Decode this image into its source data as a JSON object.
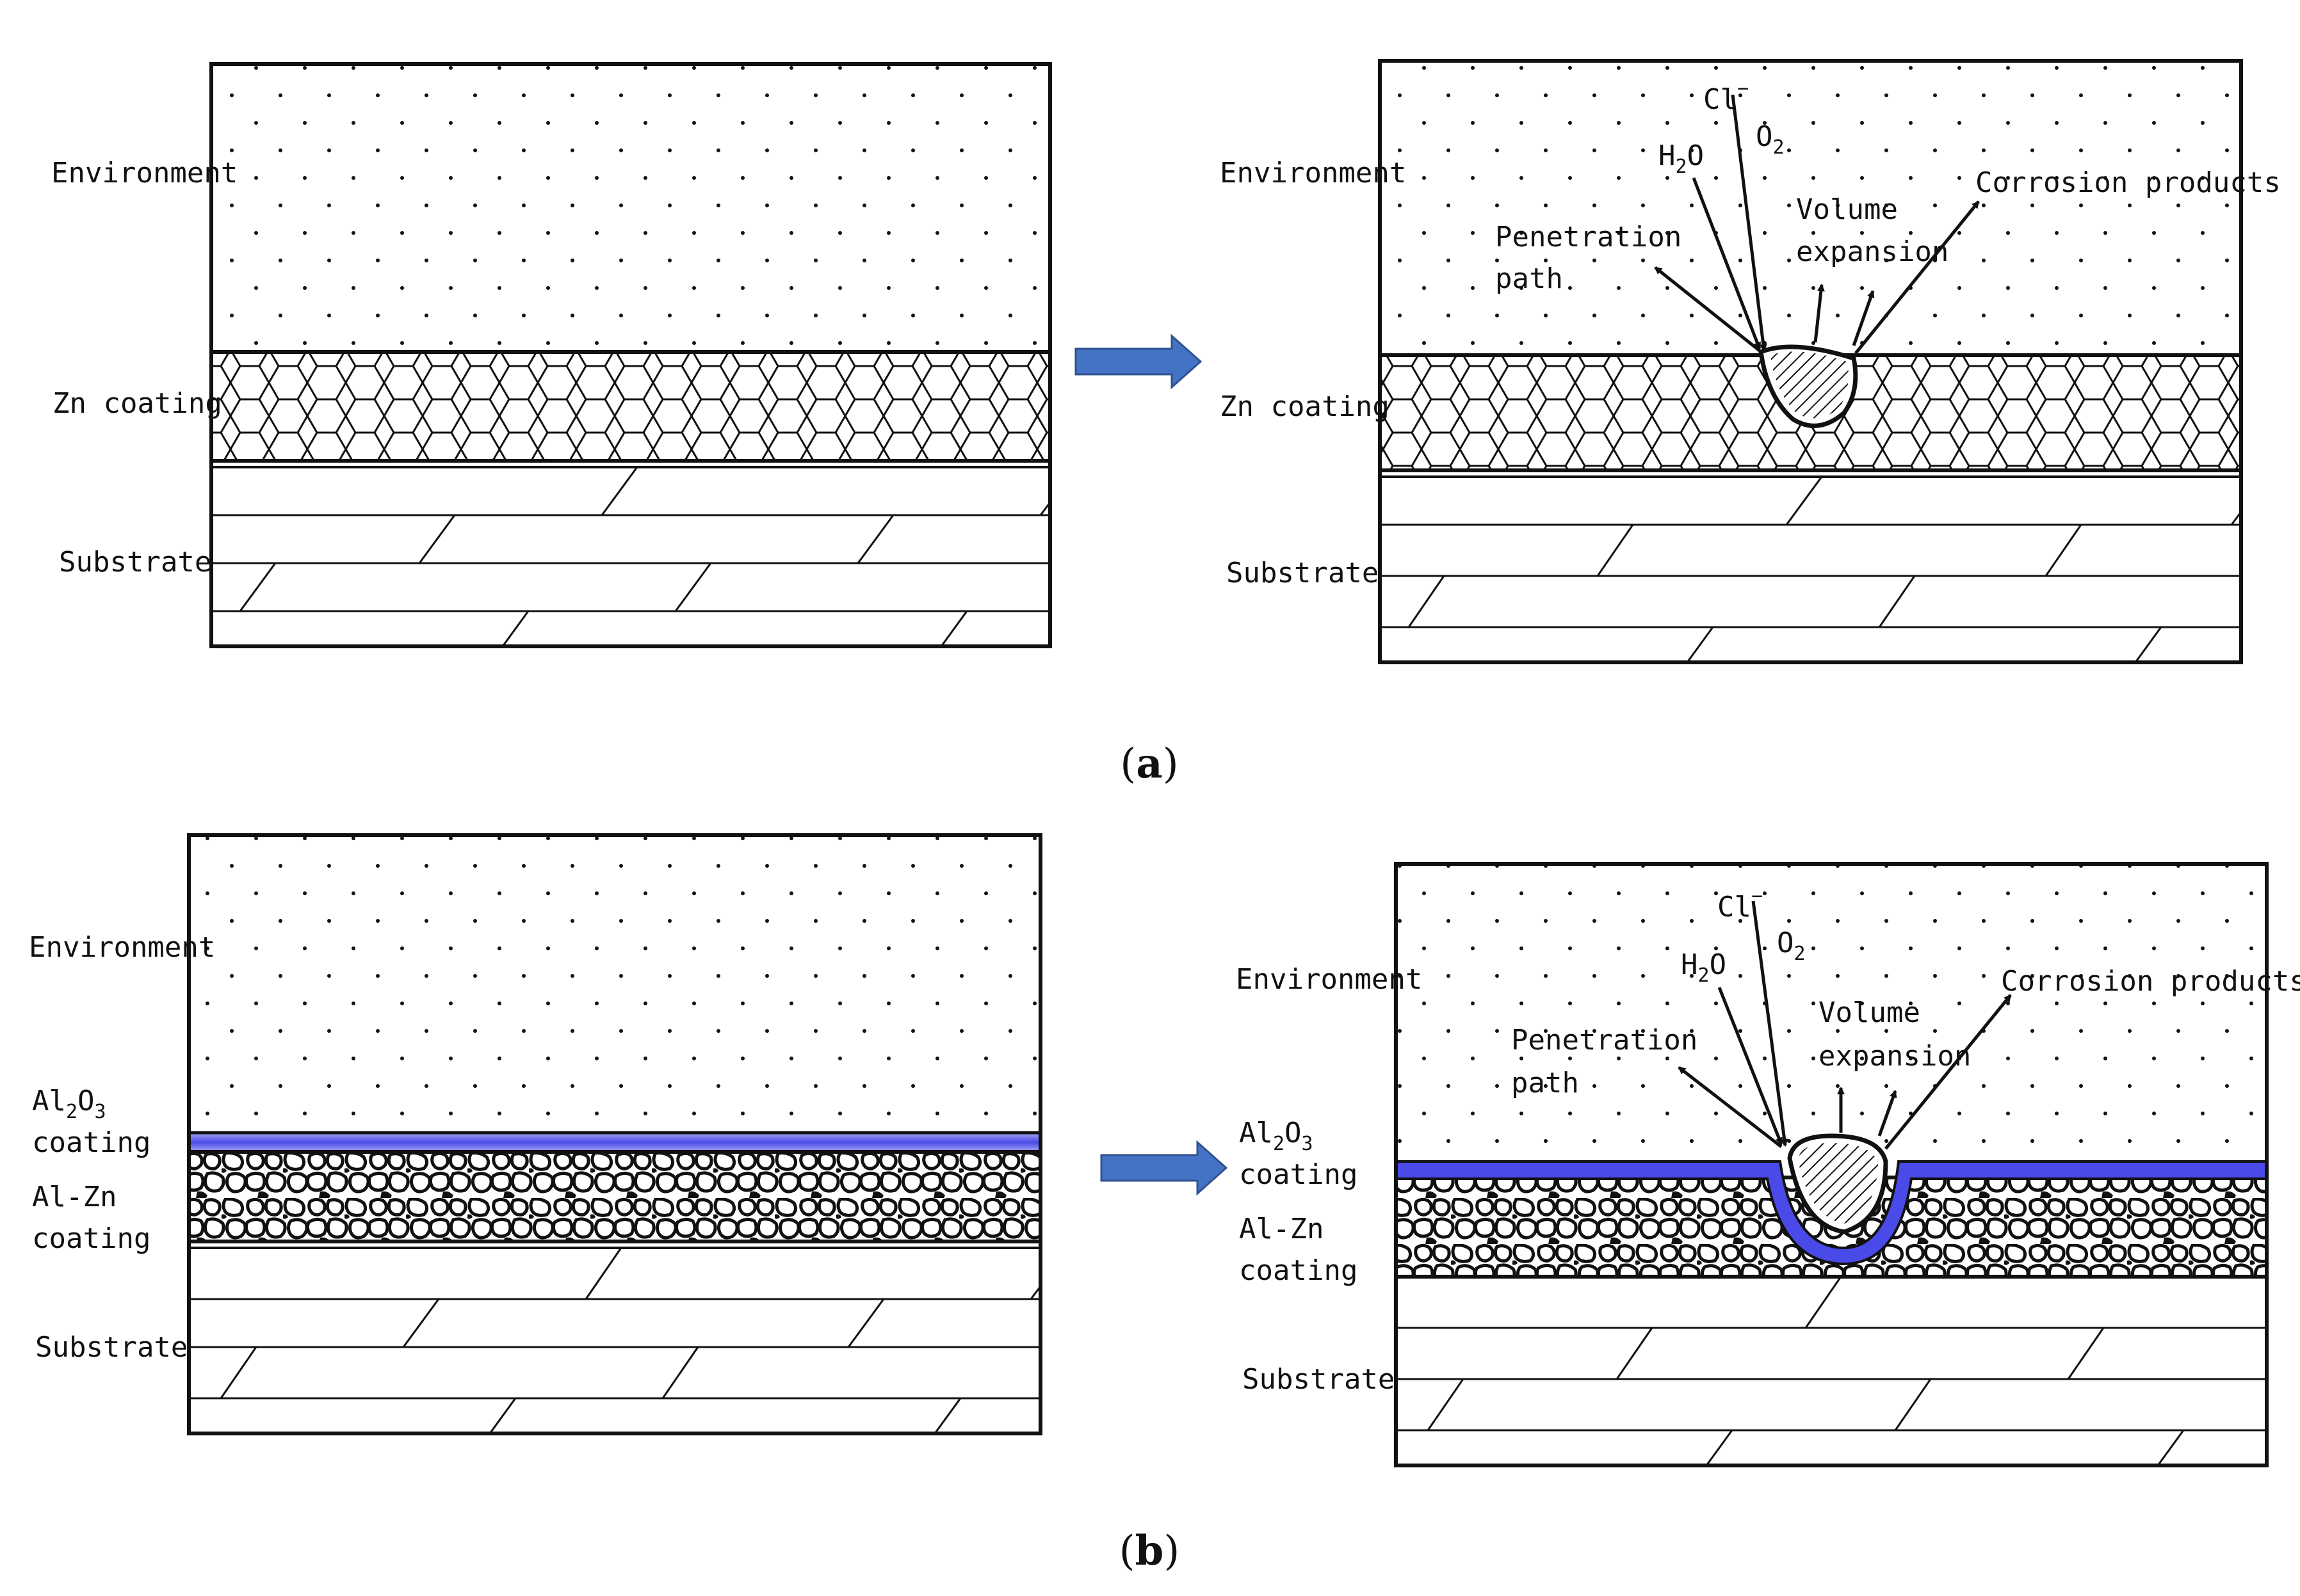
{
  "panel_a": {
    "before": {
      "environment": "Environment",
      "coating": "Zn coating",
      "substrate": "Substrate"
    },
    "after": {
      "environment": "Environment",
      "coating": "Zn coating",
      "substrate": "Substrate",
      "cl": "Cl",
      "cl_sup": "−",
      "h2o_h": "H",
      "h2o_sub": "2",
      "h2o_o": "O",
      "o2_o": "O",
      "o2_sub": "2",
      "penetration_1": "Penetration",
      "penetration_2": "path",
      "volume_1": "Volume",
      "volume_2": "expansion",
      "corrosion": "Corrosion products"
    },
    "caption_open": "(",
    "caption_letter": "a",
    "caption_close": ")"
  },
  "panel_b": {
    "before": {
      "environment": "Environment",
      "al2o3_al": "Al",
      "al2o3_sub1": "2",
      "al2o3_o": "O",
      "al2o3_sub2": "3",
      "al2o3_coating": "coating",
      "alzn_1": "Al-Zn",
      "alzn_2": "coating",
      "substrate": "Substrate"
    },
    "after": {
      "environment": "Environment",
      "al2o3_al": "Al",
      "al2o3_sub1": "2",
      "al2o3_o": "O",
      "al2o3_sub2": "3",
      "al2o3_coating": "coating",
      "alzn_1": "Al-Zn",
      "alzn_2": "coating",
      "substrate": "Substrate",
      "cl": "Cl",
      "cl_sup": "−",
      "h2o_h": "H",
      "h2o_sub": "2",
      "h2o_o": "O",
      "o2_o": "O",
      "o2_sub": "2",
      "penetration_1": "Penetration",
      "penetration_2": "path",
      "volume_1": "Volume",
      "volume_2": "expansion",
      "corrosion": "Corrosion products"
    },
    "caption_open": "(",
    "caption_letter": "b",
    "caption_close": ")"
  },
  "colors": {
    "arrow": "#4472C4",
    "arrow_edge": "#2F528F",
    "al2o3": "#4a4ae8",
    "al2o3_light": "#a8a8f4",
    "line": "#111111"
  }
}
